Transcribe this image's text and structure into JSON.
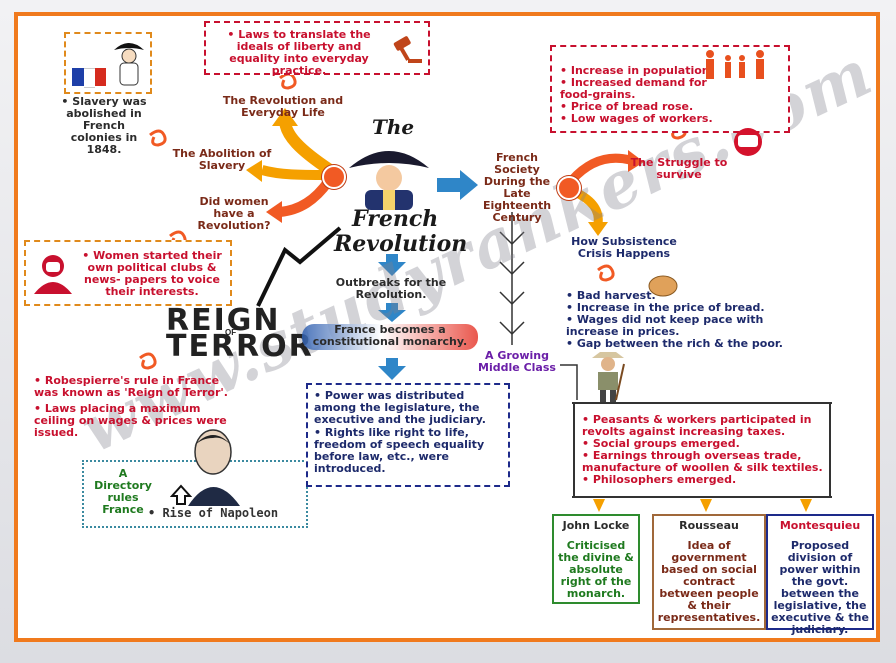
{
  "center": {
    "title_the": "The",
    "title_french": "French",
    "title_revolution": "Revolution"
  },
  "left": {
    "laws_box": "• Laws to translate the ideals of liberty and equality into everyday practice.",
    "everyday": "The Revolution and Everyday Life",
    "abolition": "The Abolition of Slavery",
    "slavery_box": "• Slavery was abolished in French colonies in 1848.",
    "women_q": "Did women have a Revolution?",
    "women_box": "• Women started their own political clubs & news- papers to voice their interests.",
    "reign_1": "REIGN",
    "reign_of": "OF",
    "reign_2": "TERROR",
    "robespierre_1": "• Robespierre's rule in France was known as 'Reign of Terror'.",
    "robespierre_2": "• Laws placing a maximum ceiling on wages & prices were issued.",
    "directory": "A Directory rules France",
    "napoleon": "• Rise of Napoleon"
  },
  "middle": {
    "outbreaks": "Outbreaks for the Revolution.",
    "constitutional": "France becomes a constitutional monarchy.",
    "power_1": "• Power was distributed among the legislature, the executive and the judiciary.",
    "power_2": "• Rights like right to life, freedom of speech equality before law, etc., were introduced."
  },
  "right": {
    "society": "French Society During the Late Eighteenth Century",
    "struggle": "The Struggle to survive",
    "struggle_items": [
      "• Increase in population.",
      "• Increased demand for food-grains.",
      "• Price of bread rose.",
      "• Low wages of workers."
    ],
    "subsistence": "How Subsistence Crisis Happens",
    "crisis_items": [
      "• Bad harvest.",
      "• Increase in the price of bread.",
      "• Wages did not keep pace with increase in prices.",
      "• Gap between the rich & the poor."
    ],
    "middle_class": "A Growing Middle Class",
    "peasant_items": [
      "• Peasants & workers participated in revolts against increasing taxes.",
      "• Social groups emerged.",
      "• Earnings through overseas trade, manufacture of woollen & silk textiles.",
      "• Philosophers emerged."
    ],
    "philosophers": [
      {
        "name": "John Locke",
        "text": "Criticised the divine & absolute right of the monarch."
      },
      {
        "name": "Rousseau",
        "text": "Idea of government based on social contract between people & their representatives."
      },
      {
        "name": "Montesquieu",
        "text": "Proposed division of power within the govt. between the legislative, the executive & the judiciary."
      }
    ]
  },
  "watermark": "www.studyrankers.com",
  "colors": {
    "border": "#f07a1d",
    "red": "#c8102e",
    "navy": "#1d2a6b",
    "orange": "#f15a24",
    "blue_arrow": "#2f86c8"
  },
  "icons": [
    "french-flag-icon",
    "napoleon-figure-icon",
    "gavel-icon",
    "family-icon",
    "woman-icon",
    "fist-icon",
    "bread-icon",
    "farmer-icon",
    "napoleon-portrait-icon",
    "spiral-icon"
  ]
}
